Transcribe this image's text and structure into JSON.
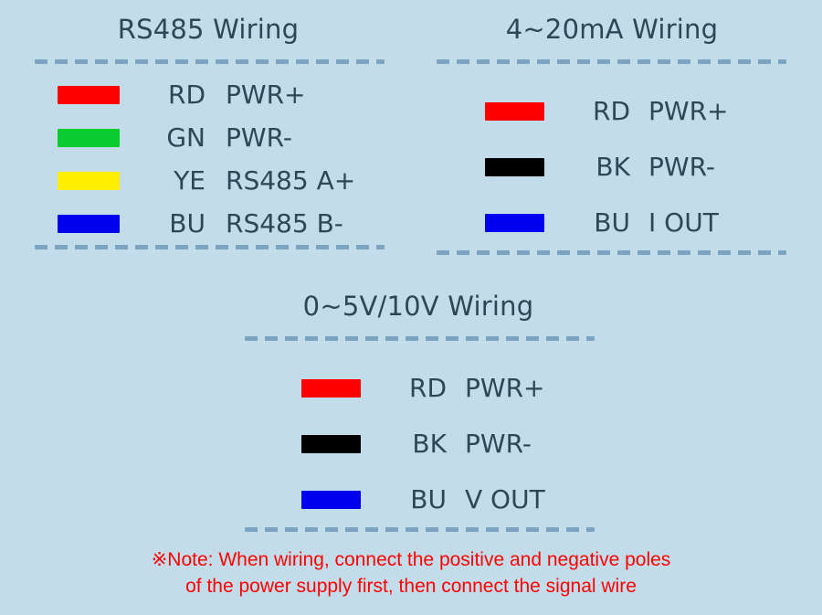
{
  "page": {
    "background_color": "#c3dcea",
    "text_color": "#2e4756",
    "divider_color": "#7ba4c0",
    "note_color": "#ff0000"
  },
  "panels": [
    {
      "id": "rs485",
      "title": "RS485 Wiring",
      "rows": [
        {
          "color_name": "red",
          "color_hex": "#ff0000",
          "code": "RD",
          "function": "PWR+"
        },
        {
          "color_name": "green",
          "color_hex": "#0acc2e",
          "code": "GN",
          "function": "PWR-"
        },
        {
          "color_name": "yellow",
          "color_hex": "#ffee00",
          "code": "YE",
          "function": "RS485 A+"
        },
        {
          "color_name": "blue",
          "color_hex": "#0000ee",
          "code": "BU",
          "function": "RS485 B-"
        }
      ]
    },
    {
      "id": "ma",
      "title": "4~20mA Wiring",
      "rows": [
        {
          "color_name": "red",
          "color_hex": "#ff0000",
          "code": "RD",
          "function": "PWR+"
        },
        {
          "color_name": "black",
          "color_hex": "#000000",
          "code": "BK",
          "function": "PWR-"
        },
        {
          "color_name": "blue",
          "color_hex": "#0000ee",
          "code": "BU",
          "function": "I OUT"
        }
      ]
    },
    {
      "id": "volt",
      "title": "0~5V/10V Wiring",
      "rows": [
        {
          "color_name": "red",
          "color_hex": "#ff0000",
          "code": "RD",
          "function": "PWR+"
        },
        {
          "color_name": "black",
          "color_hex": "#000000",
          "code": "BK",
          "function": "PWR-"
        },
        {
          "color_name": "blue",
          "color_hex": "#0000ee",
          "code": "BU",
          "function": "V OUT"
        }
      ]
    }
  ],
  "note": {
    "line1": "※Note: When wiring, connect the positive and negative poles",
    "line2": "of the power supply first, then connect the signal wire"
  }
}
